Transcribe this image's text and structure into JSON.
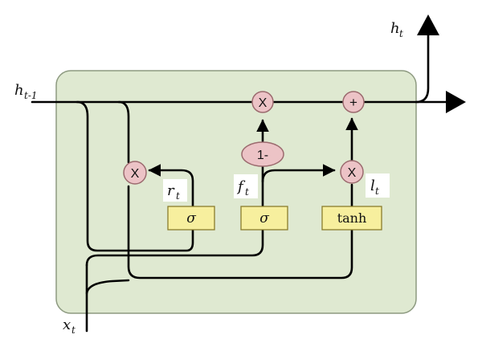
{
  "labels": {
    "h_prev": {
      "base": "h",
      "sub": "t-1"
    },
    "h_out": {
      "base": "h",
      "sub": "t"
    },
    "x_in": {
      "base": "x",
      "sub": "t"
    },
    "r_t": {
      "base": "r",
      "sub": "t"
    },
    "f_t": {
      "base": "f",
      "sub": "t"
    },
    "l_t": {
      "base": "l",
      "sub": "t"
    }
  },
  "gates": {
    "sigma_reset": "σ",
    "sigma_forget": "σ",
    "tanh": "tanh"
  },
  "operators": {
    "multiply_top": "X",
    "add_top": "+",
    "multiply_reset": "X",
    "multiply_candidate": "X",
    "one_minus": "1-"
  },
  "colors": {
    "cell_fill": "#dfe9d1",
    "cell_stroke": "#8d9a80",
    "gate_fill": "#f7ef9e",
    "gate_stroke": "#8a7d2c",
    "op_fill": "#ecc3c6",
    "op_stroke": "#9b6a6e",
    "line": "#000000"
  }
}
